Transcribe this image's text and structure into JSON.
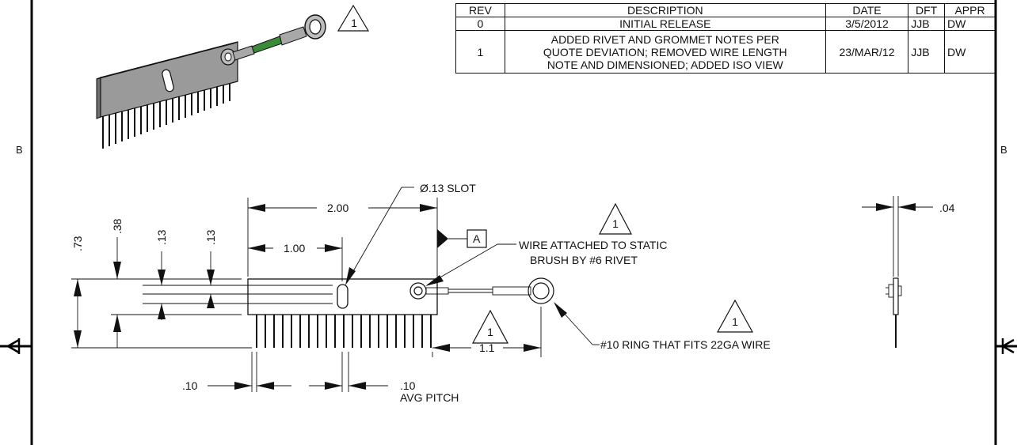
{
  "zone_labels": {
    "left": "B",
    "right": "B"
  },
  "revision_table": {
    "headers": {
      "rev": "REV",
      "description": "DESCRIPTION",
      "date": "DATE",
      "dft": "DFT",
      "appr": "APPR"
    },
    "rows": [
      {
        "rev": "0",
        "description": "INITIAL RELEASE",
        "date": "3/5/2012",
        "dft": "JJB",
        "appr": "DW"
      },
      {
        "rev": "1",
        "description_lines": [
          "ADDED RIVET AND GROMMET NOTES PER",
          "QUOTE DEVIATION; REMOVED WIRE LENGTH",
          "NOTE AND DIMENSIONED; ADDED ISO VIEW"
        ],
        "date": "23/MAR/12",
        "dft": "JJB",
        "appr": "DW"
      }
    ]
  },
  "revision_flags": {
    "iso": "1",
    "rivet": "1",
    "ring_length": "1",
    "ring_note": "1"
  },
  "dimensions": {
    "overall_length": "2.00",
    "slot_position": "1.00",
    "overall_height": ".73",
    "slot_top": ".38",
    "slot_width": ".13",
    "slot_height": ".13",
    "pitch_left": ".10",
    "pitch_right": ".10",
    "avg_pitch": "AVG PITCH",
    "ring_length": "1.1",
    "thickness": ".04"
  },
  "notes": {
    "slot": "Ø.13 SLOT",
    "datum": "A",
    "rivet_line1": "WIRE ATTACHED TO STATIC",
    "rivet_line2": "BRUSH BY #6 RIVET",
    "ring": "#10 RING THAT FITS 22GA WIRE"
  },
  "colors": {
    "wire": "#3a8a3a",
    "brush_face": "#9a9a9a",
    "brush_side": "#6e6e6e"
  }
}
